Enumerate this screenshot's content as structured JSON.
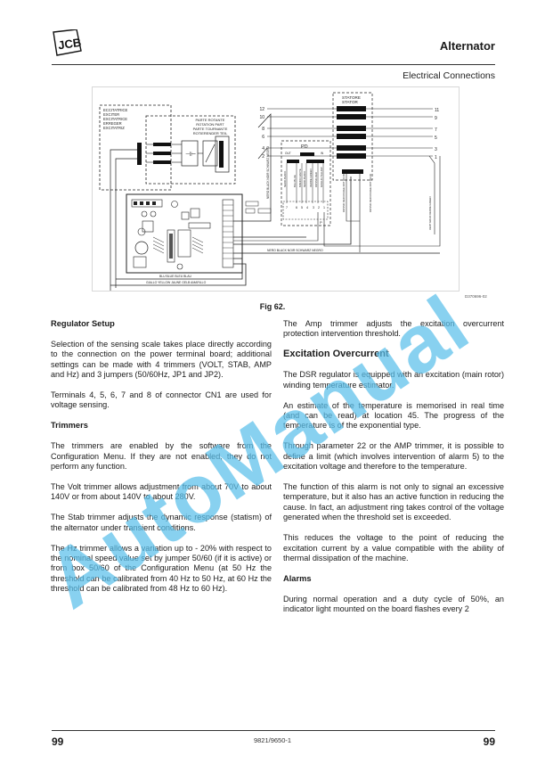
{
  "header": {
    "brand": "JCB",
    "title": "Alternator",
    "subtitle": "Electrical Connections"
  },
  "figure": {
    "caption": "Fig 62.",
    "code": "D370696-02",
    "labels": {
      "exciter": [
        "ECCITATRICE",
        "EXCITER",
        "EXCITATRICE",
        "ERREGER",
        "EXCITATRIZ"
      ],
      "rotating_part": [
        "PARTE ROTANTE",
        "ROTATION PART",
        "PARTE TOURNANTE",
        "ROTIERENDER TEIL"
      ],
      "stator": [
        "STATORE",
        "STATOR"
      ],
      "pd": "PD",
      "pd_out": "OUT",
      "pd_in": "IN",
      "jumper": "P",
      "left_terminals": [
        "12",
        "10",
        "8",
        "6",
        "4",
        "2"
      ],
      "right_terminals": [
        "11",
        "9",
        "7",
        "5",
        "3",
        "1"
      ],
      "pd_terminals": [
        "7",
        "6",
        "5",
        "4",
        "3",
        "2",
        "1"
      ],
      "wire_black": "NERO BLACK NOIR SCHWARZ NEGRO",
      "wire_blue": "BLU BLUE BLEU BLAU",
      "wire_yellow": "GIALLO YELLOW JAUNE GELB AMARILLO",
      "wire_red": "ROSSO RED ROUGE ROT ROJO",
      "wire_green": "VERT GRUN VERDE GREEN",
      "pd_wires": [
        "NERO-BLACK",
        "BLU-BLUE",
        "BIANCO-WHITE",
        "NERO-BLACK",
        "VERDE-GREEN",
        "ROSSO-RED",
        "GIALLO-YELLOW"
      ]
    }
  },
  "left_column": {
    "heading1": "Regulator Setup",
    "p1": "Selection of the sensing scale takes place directly according to the connection on the power terminal board; additional settings can be made with 4 trimmers (VOLT, STAB, AMP and Hz) and 3 jumpers (50/60Hz, JP1 and JP2).",
    "p2": "Terminals 4, 5, 6, 7 and 8 of connector CN1 are used for voltage sensing.",
    "heading2": "Trimmers",
    "p3": "The trimmers are enabled by the software from the Configuration Menu. If they are not enabled, they do not perform any function.",
    "p4": "The Volt trimmer allows adjustment from about 70V to about 140V or from about 140V to about 280V.",
    "p5": "The Stab trimmer adjusts the dynamic response (statism) of the alternator under transient conditions.",
    "p6": "The Hz trimmer allows a variation up to - 20% with respect to the nominal speed value set by jumper 50/60 (if it is active) or from box 50/60 of the Configuration Menu (at 50 Hz the threshold can be calibrated from 40 Hz to 50 Hz, at 60 Hz the threshold can be calibrated from 48 Hz to 60 Hz)."
  },
  "right_column": {
    "p1": "The Amp trimmer adjusts the excitation overcurrent protection intervention threshold.",
    "heading1": "Excitation Overcurrent",
    "p2": "The DSR regulator is equipped with an excitation (main rotor) winding temperature estimator.",
    "p3": "An estimate of the temperature is memorised in real time (and can be read) at location 45. The progress of the temperature is of the exponential type.",
    "p4": "Through parameter 22 or the AMP trimmer, it is possible to define a limit (which involves intervention of alarm 5) to the excitation voltage and therefore to the temperature.",
    "p5": "The function of this alarm is not only to signal an excessive temperature, but it also has an active function in reducing the cause. In fact, an adjustment ring takes control of the voltage generated when the threshold set is exceeded.",
    "p6": "This reduces the voltage to the point of reducing the excitation current by a value compatible with the ability of thermal dissipation of the machine.",
    "heading2": "Alarms",
    "p7": "During normal operation and a duty cycle of 50%, an indicator light mounted on the board flashes every 2"
  },
  "footer": {
    "page_left": "99",
    "doc_number": "9821/9650-1",
    "page_right": "99"
  },
  "watermark": "AutoManual",
  "colors": {
    "watermark": "#5bc0eb",
    "text": "#1a1a1a",
    "rule": "#333333"
  }
}
